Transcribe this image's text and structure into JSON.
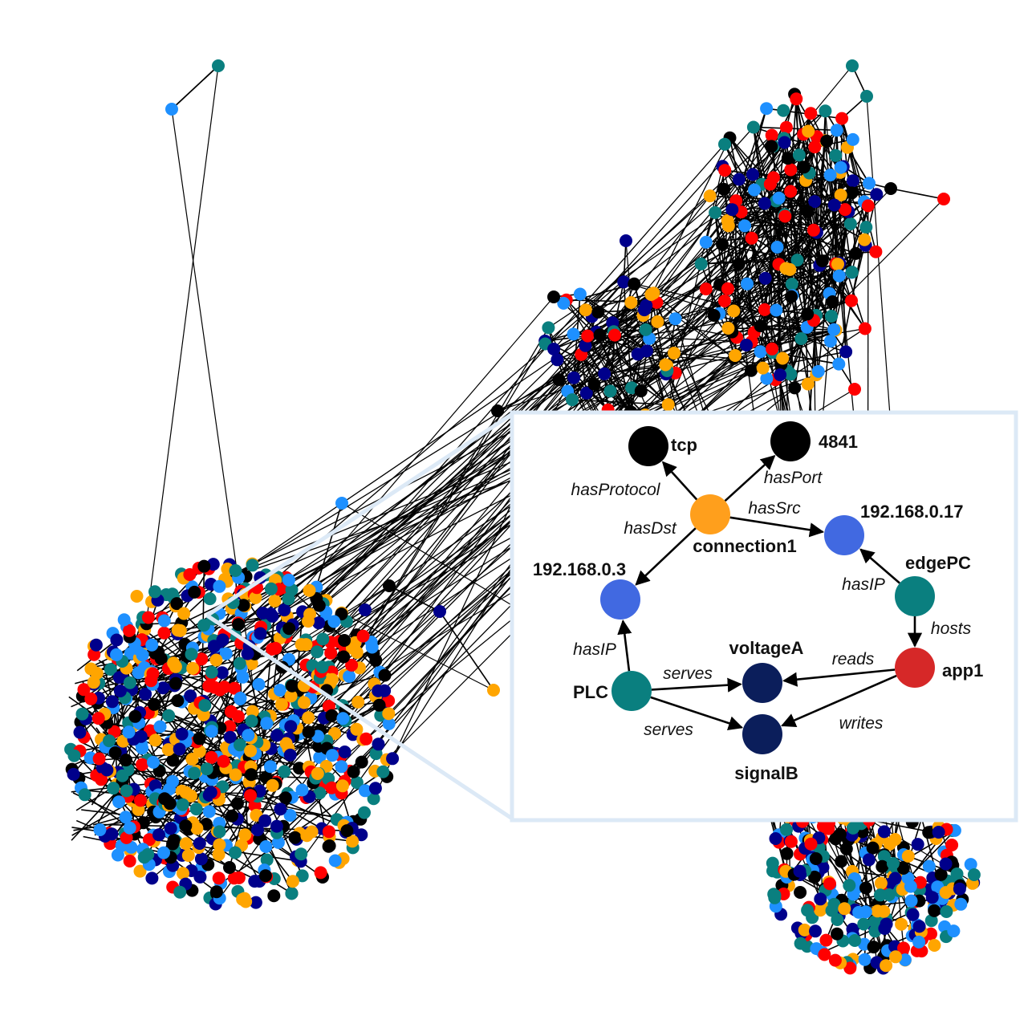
{
  "palette": {
    "red": "#ff0000",
    "orange": "#ffa500",
    "teal": "#0a7f7f",
    "light_blue": "#1e90ff",
    "navy": "#00008b",
    "black": "#000000",
    "edge": "#000000",
    "zoom_frame": "#dce9f6"
  },
  "inset": {
    "nodes": [
      {
        "id": "tcp",
        "label": "tcp",
        "color": "#000000"
      },
      {
        "id": "port",
        "label": "4841",
        "color": "#000000"
      },
      {
        "id": "connection1",
        "label": "connection1",
        "color": "#ff9f1c"
      },
      {
        "id": "ip17",
        "label": "192.168.0.17",
        "color": "#4169e1"
      },
      {
        "id": "ip3",
        "label": "192.168.0.3",
        "color": "#4169e1"
      },
      {
        "id": "edgePC",
        "label": "edgePC",
        "color": "#0a7f7f"
      },
      {
        "id": "PLC",
        "label": "PLC",
        "color": "#0a7f7f"
      },
      {
        "id": "app1",
        "label": "app1",
        "color": "#d62828"
      },
      {
        "id": "voltageA",
        "label": "voltageA",
        "color": "#0b1e5b"
      },
      {
        "id": "signalB",
        "label": "signalB",
        "color": "#0b1e5b"
      }
    ],
    "edges": [
      {
        "from": "connection1",
        "to": "tcp",
        "label": "hasProtocol"
      },
      {
        "from": "connection1",
        "to": "port",
        "label": "hasPort"
      },
      {
        "from": "connection1",
        "to": "ip17",
        "label": "hasSrc"
      },
      {
        "from": "connection1",
        "to": "ip3",
        "label": "hasDst"
      },
      {
        "from": "edgePC",
        "to": "ip17",
        "label": "hasIP"
      },
      {
        "from": "edgePC",
        "to": "app1",
        "label": "hosts"
      },
      {
        "from": "PLC",
        "to": "ip3",
        "label": "hasIP"
      },
      {
        "from": "PLC",
        "to": "voltageA",
        "label": "serves"
      },
      {
        "from": "PLC",
        "to": "signalB",
        "label": "serves"
      },
      {
        "from": "app1",
        "to": "voltageA",
        "label": "reads"
      },
      {
        "from": "app1",
        "to": "signalB",
        "label": "writes"
      }
    ]
  }
}
